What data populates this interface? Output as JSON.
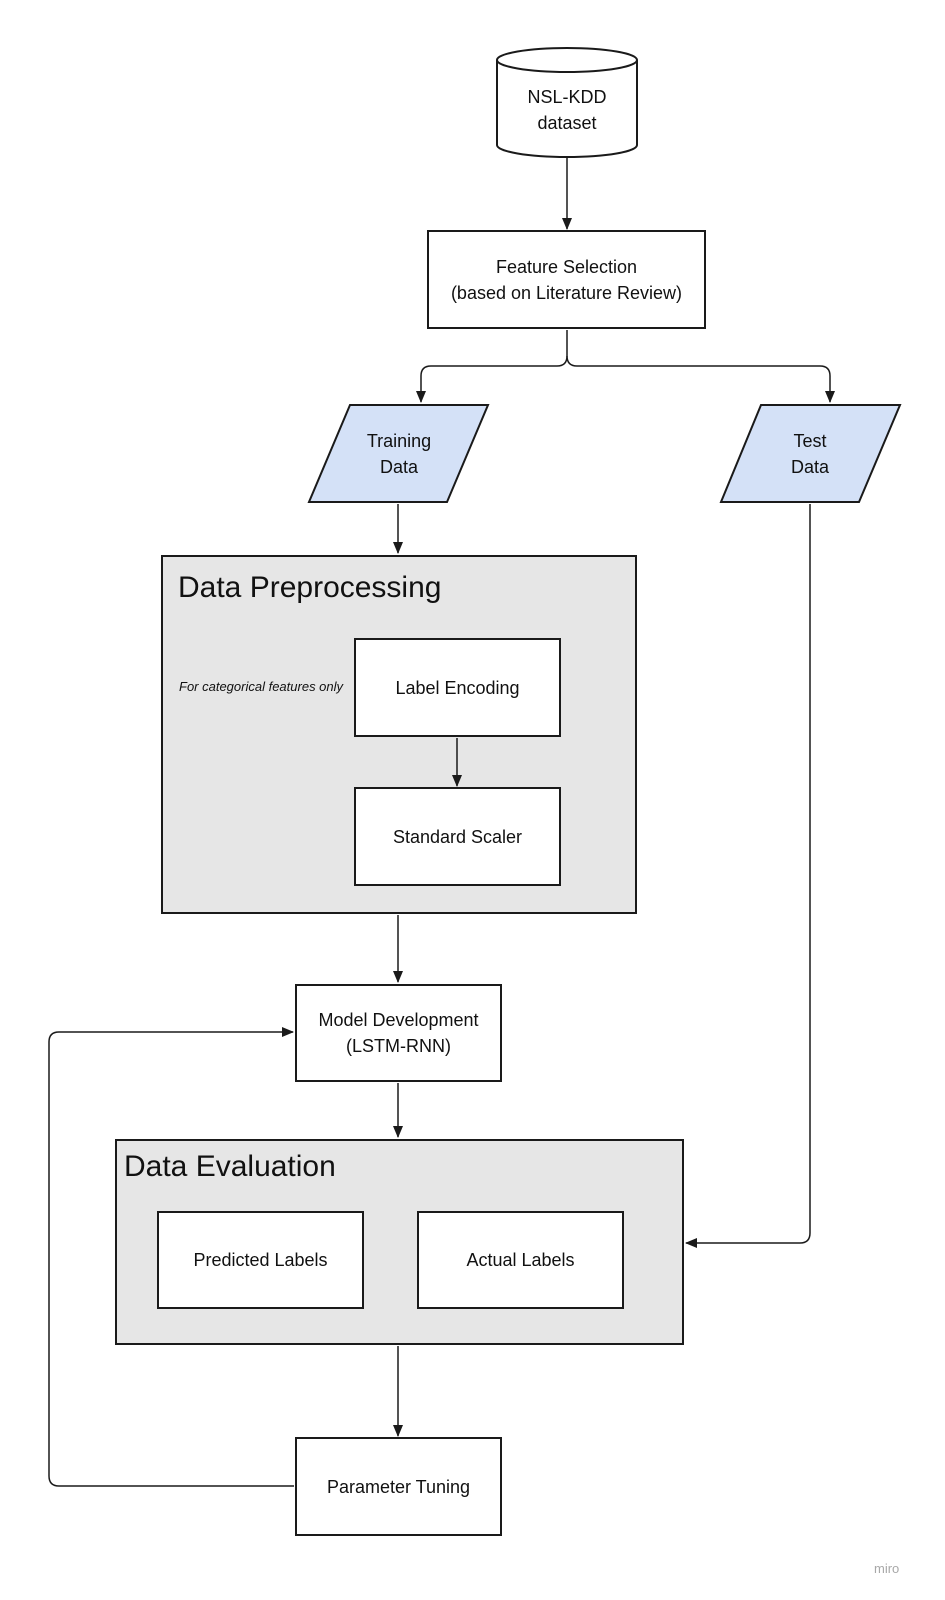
{
  "nodes": {
    "dataset": "NSL-KDD\ndataset",
    "feature_selection": "Feature Selection\n(based on Literature Review)",
    "training_data": "Training\nData",
    "test_data": "Test\nData",
    "label_encoding": "Label Encoding",
    "standard_scaler": "Standard Scaler",
    "model_development": "Model Development\n(LSTM-RNN)",
    "predicted_labels": "Predicted Labels",
    "actual_labels": "Actual Labels",
    "parameter_tuning": "Parameter Tuning"
  },
  "groups": {
    "preprocessing": {
      "title": "Data Preprocessing",
      "note": "For categorical features only"
    },
    "evaluation": {
      "title": "Data Evaluation"
    }
  },
  "watermark": "miro",
  "colors": {
    "data_fill": "#d4e1f7",
    "group_fill": "#e6e6e6",
    "stroke": "#1a1a1a"
  }
}
